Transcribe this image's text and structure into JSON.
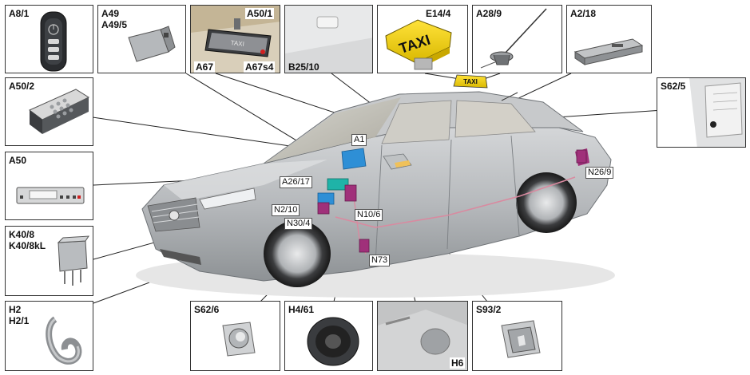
{
  "panels": {
    "a8_1": "A8/1",
    "a49": "A49",
    "a49_5": "A49/5",
    "a50_1": "A50/1",
    "a67": "A67",
    "a67s4": "A67s4",
    "b25_10": "B25/10",
    "e14_4": "E14/4",
    "a28_9": "A28/9",
    "a2_18": "A2/18",
    "s62_5": "S62/5",
    "a50_2": "A50/2",
    "a50": "A50",
    "k40_8": "K40/8",
    "k40_8kl": "K40/8kL",
    "h2": "H2",
    "h2_1": "H2/1",
    "s62_6": "S62/6",
    "h4_61": "H4/61",
    "h6": "H6",
    "s93_2": "S93/2"
  },
  "pointers": {
    "a1": "A1",
    "a26_17": "A26/17",
    "n2_10": "N2/10",
    "n30_4": "N30/4",
    "n10_6": "N10/6",
    "n73": "N73",
    "n26_9": "N26/9"
  },
  "taxi_sign_text": "TAXI",
  "colors": {
    "taxi_yellow": "#f2d100",
    "car_silver": "#b9bcbf",
    "component_blue": "#2e8fd6",
    "component_magenta": "#a0307a",
    "component_teal": "#1fb3a8",
    "wire_pink": "#d98aa0"
  }
}
